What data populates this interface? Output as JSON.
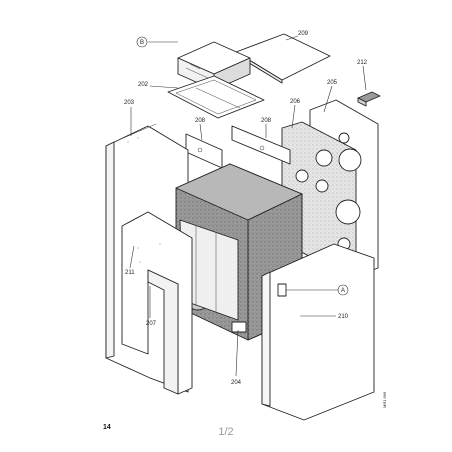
{
  "labels": {
    "marker_b": "B",
    "marker_a": "A",
    "p201": "209",
    "p202": "202",
    "p203": "203",
    "p204": "204",
    "p205": "205",
    "p206": "206",
    "p207": "207",
    "p208a": "208",
    "p208b": "208",
    "p210": "210",
    "p211": "211",
    "p212": "212"
  },
  "drawing_code": "MR1 666",
  "page_number": "14",
  "page_indicator": "1/2",
  "colors": {
    "line": "#222222",
    "panel": "#ffffff",
    "insulation": "#d9d9d9",
    "tank": "#8a8a8a"
  }
}
